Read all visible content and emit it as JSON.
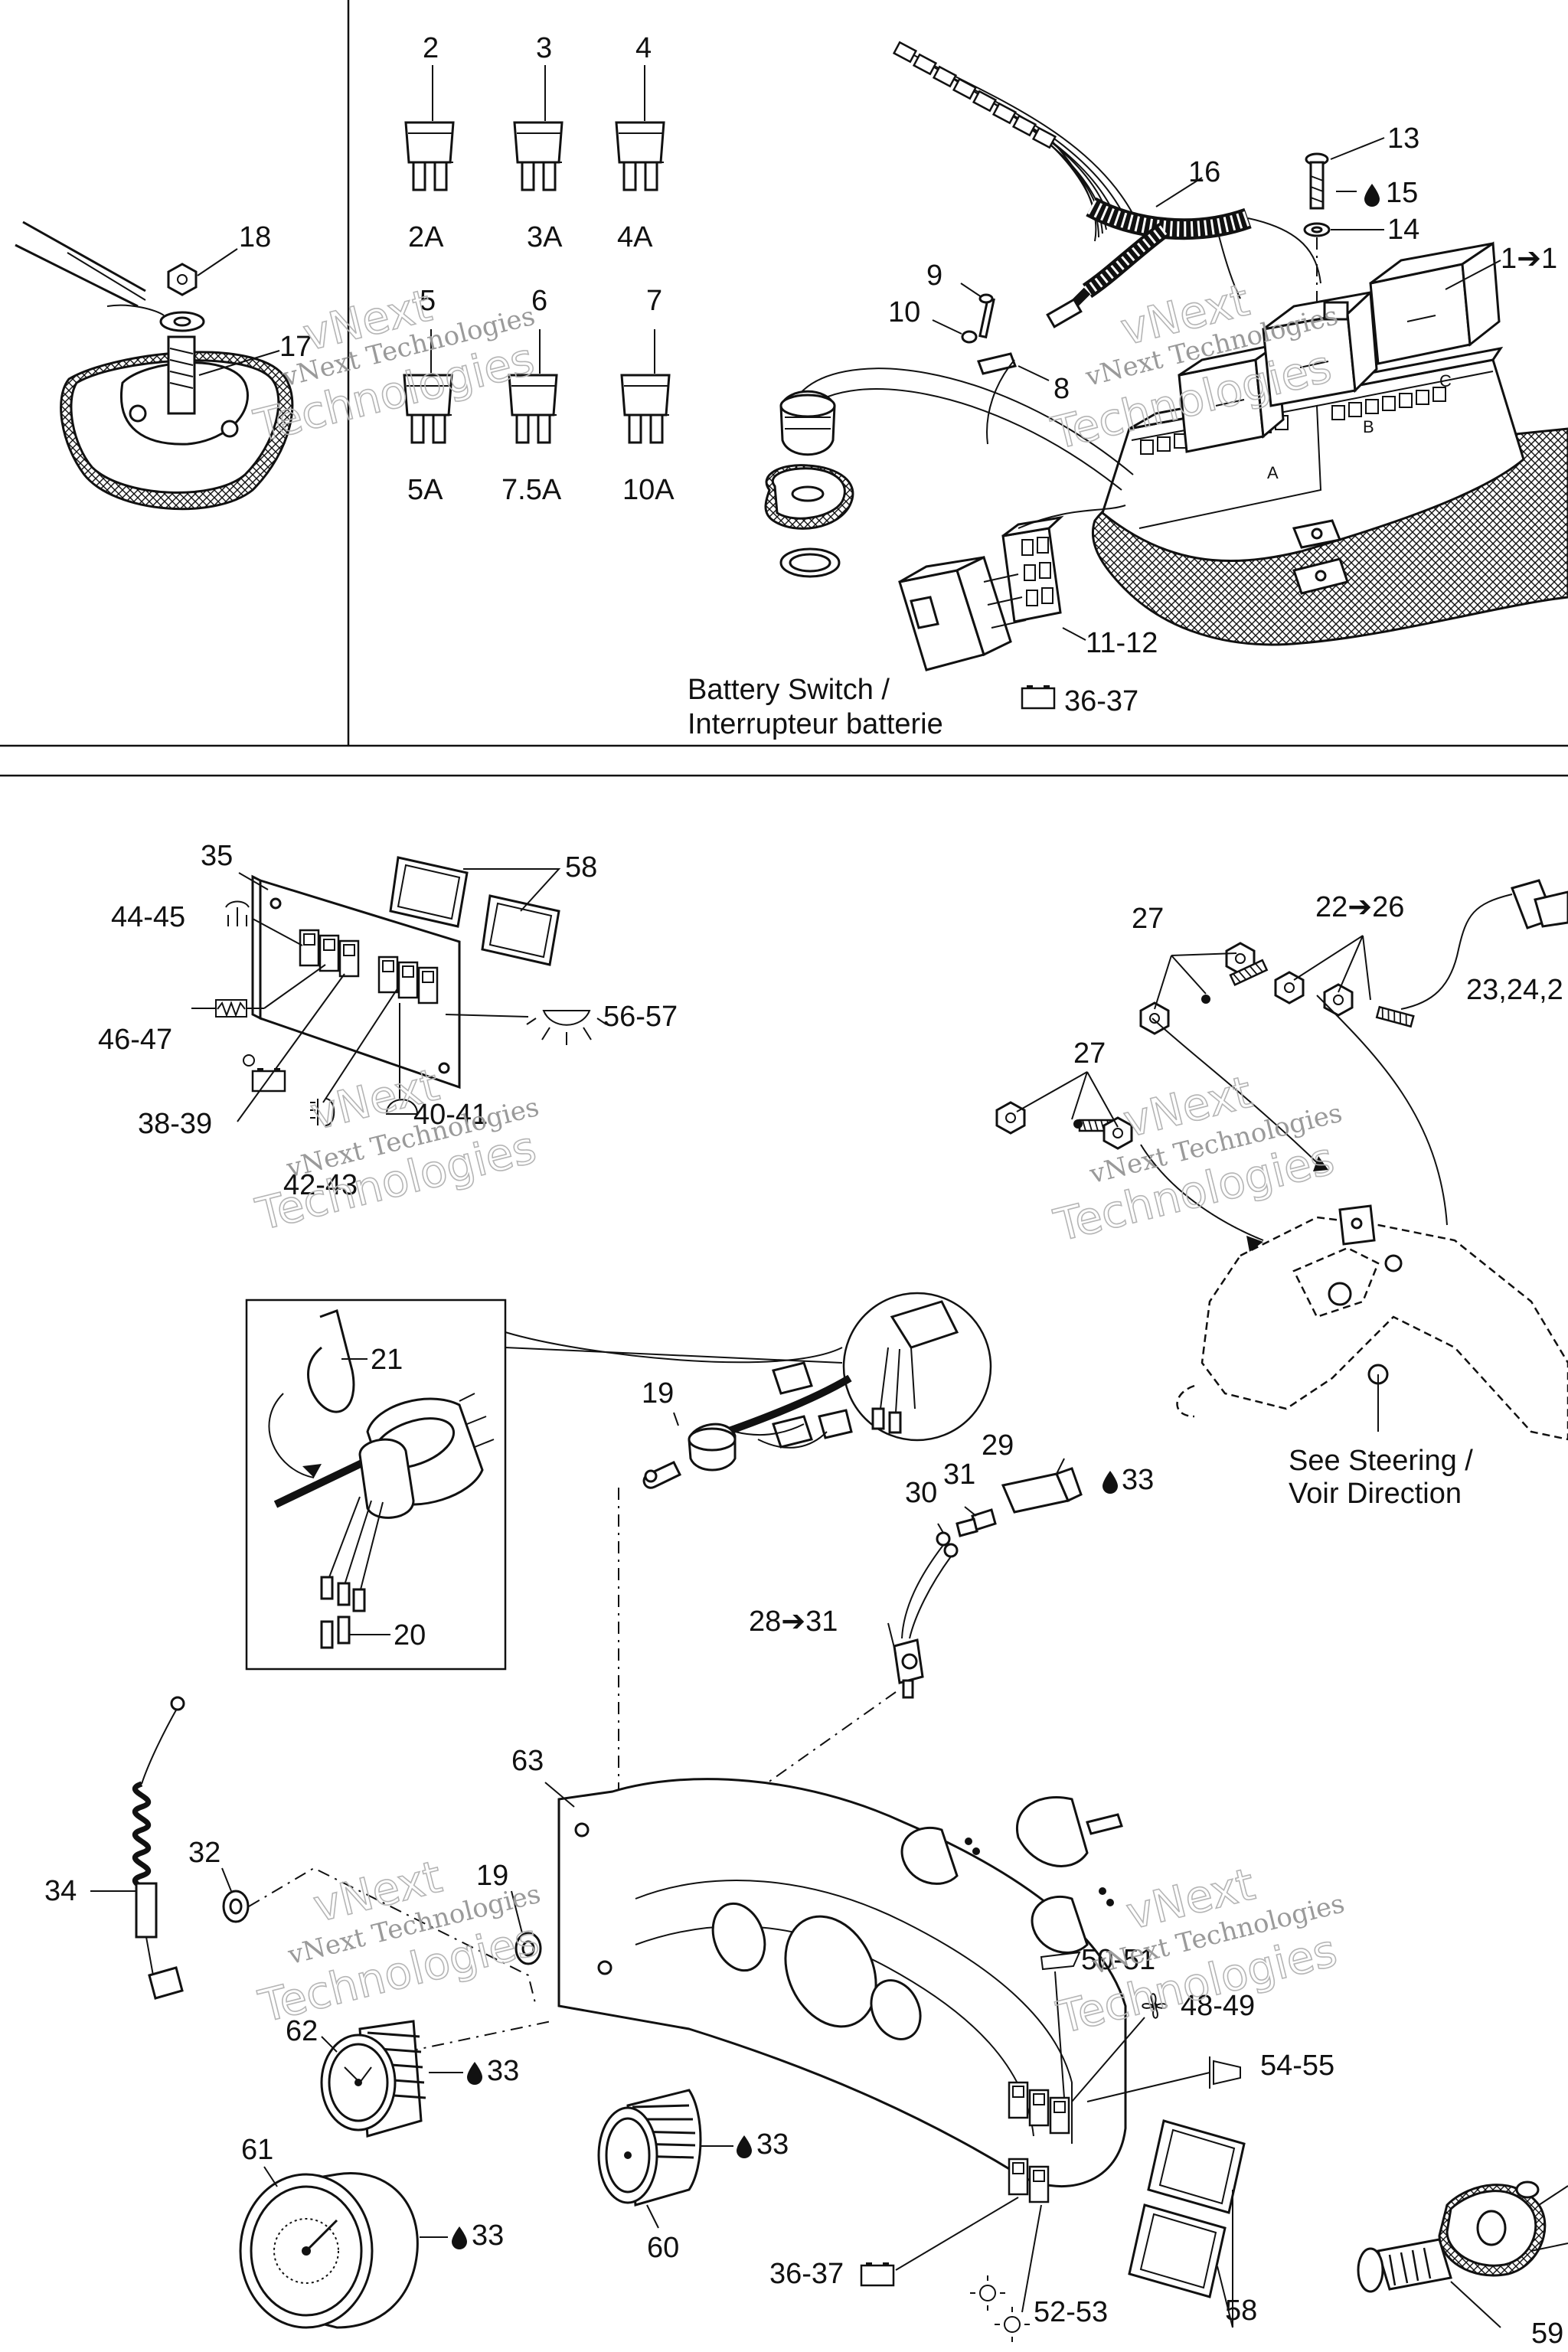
{
  "callouts": {
    "n1_1": "1➔1",
    "n2": "2",
    "n3": "3",
    "n4": "4",
    "n5": "5",
    "n6": "6",
    "n7": "7",
    "n8": "8",
    "n9": "9",
    "n10": "10",
    "n11_12": "11-12",
    "n13": "13",
    "n14": "14",
    "n15": "15",
    "n16": "16",
    "n17": "17",
    "n18": "18",
    "n19a": "19",
    "n19b": "19",
    "n20": "20",
    "n21": "21",
    "n22_26": "22➔26",
    "n23_24": "23,24,2",
    "n27a": "27",
    "n27b": "27",
    "n28_31": "28➔31",
    "n29": "29",
    "n30": "30",
    "n31": "31",
    "n32": "32",
    "n33a": "33",
    "n33b": "33",
    "n33c": "33",
    "n33d": "33",
    "n34": "34",
    "n35": "35",
    "n36_37a": "36-37",
    "n36_37b": "36-37",
    "n38_39": "38-39",
    "n40_41": "40-41",
    "n42_43": "42-43",
    "n44_45": "44-45",
    "n46_47": "46-47",
    "n48_49": "48-49",
    "n50_51": "50-51",
    "n52_53": "52-53",
    "n54_55": "54-55",
    "n56_57": "56-57",
    "n58a": "58",
    "n58b": "58",
    "n59": "59",
    "n60": "60",
    "n61": "61",
    "n62": "62",
    "n63": "63"
  },
  "fuses": {
    "a2": "2A",
    "a3": "3A",
    "a4": "4A",
    "a5": "5A",
    "a75": "7.5A",
    "a10": "10A"
  },
  "captions": {
    "battery_switch_en": "Battery Switch /",
    "battery_switch_fr": "Interrupteur batterie",
    "see_steering_en": "See  Steering /",
    "see_steering_fr": "Voir Direction"
  },
  "fuse_block_letters": {
    "a": "A",
    "b": "B",
    "c": "C"
  },
  "watermark": {
    "vnext": "vNext",
    "company": "vNext Technologies",
    "technologies": "Technologies"
  },
  "icons": [
    "battery-icon",
    "drop-icon",
    "heater-icon",
    "fan-icon",
    "horn-icon",
    "light-icon",
    "bilge-icon"
  ]
}
